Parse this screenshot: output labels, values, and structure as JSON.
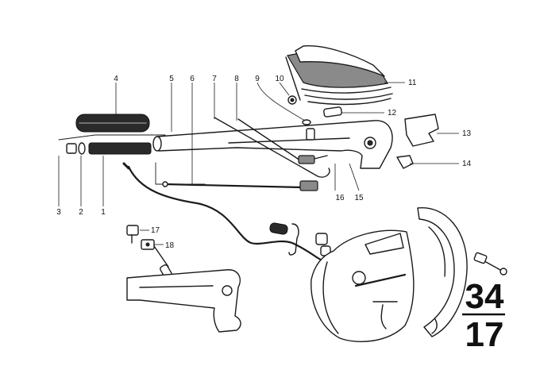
{
  "callouts": [
    {
      "id": "c1",
      "label": "1"
    },
    {
      "id": "c2",
      "label": "2"
    },
    {
      "id": "c3",
      "label": "3"
    },
    {
      "id": "c4",
      "label": "4"
    },
    {
      "id": "c5",
      "label": "5"
    },
    {
      "id": "c6",
      "label": "6"
    },
    {
      "id": "c7",
      "label": "7"
    },
    {
      "id": "c8",
      "label": "8"
    },
    {
      "id": "c9",
      "label": "9"
    },
    {
      "id": "c10",
      "label": "10"
    },
    {
      "id": "c11",
      "label": "11"
    },
    {
      "id": "c12",
      "label": "12"
    },
    {
      "id": "c13",
      "label": "13"
    },
    {
      "id": "c14",
      "label": "14"
    },
    {
      "id": "c15",
      "label": "15"
    },
    {
      "id": "c16",
      "label": "16"
    },
    {
      "id": "c17",
      "label": "17"
    },
    {
      "id": "c18",
      "label": "18"
    }
  ],
  "page_group": "34",
  "page_number": "17",
  "colors": {
    "ink": "#1a1a1a",
    "paper": "#ffffff"
  }
}
